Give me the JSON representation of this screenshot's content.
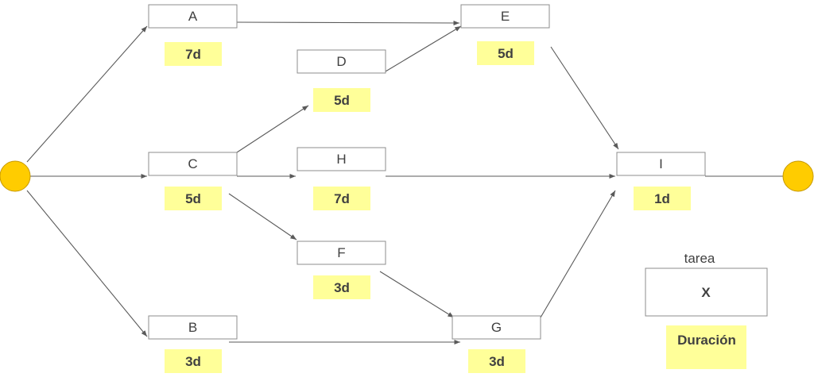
{
  "tasks": {
    "A": {
      "label": "A",
      "duration": "7d"
    },
    "B": {
      "label": "B",
      "duration": "3d"
    },
    "C": {
      "label": "C",
      "duration": "5d"
    },
    "D": {
      "label": "D",
      "duration": "5d"
    },
    "E": {
      "label": "E",
      "duration": "5d"
    },
    "F": {
      "label": "F",
      "duration": "3d"
    },
    "G": {
      "label": "G",
      "duration": "3d"
    },
    "H": {
      "label": "H",
      "duration": "7d"
    },
    "I": {
      "label": "I",
      "duration": "1d"
    }
  },
  "edges": [
    [
      "start",
      "A"
    ],
    [
      "start",
      "C"
    ],
    [
      "start",
      "B"
    ],
    [
      "A",
      "E"
    ],
    [
      "C",
      "D"
    ],
    [
      "C",
      "H"
    ],
    [
      "C",
      "F"
    ],
    [
      "B",
      "G"
    ],
    [
      "D",
      "E"
    ],
    [
      "F",
      "G"
    ],
    [
      "E",
      "I"
    ],
    [
      "H",
      "I"
    ],
    [
      "G",
      "I"
    ],
    [
      "I",
      "end"
    ]
  ],
  "legend": {
    "caption": "tarea",
    "task": "X",
    "duration": "Duración"
  },
  "colors": {
    "event_fill": "#ffcc00",
    "duration_fill": "#ffff99",
    "box_stroke": "#8c8c8c"
  }
}
